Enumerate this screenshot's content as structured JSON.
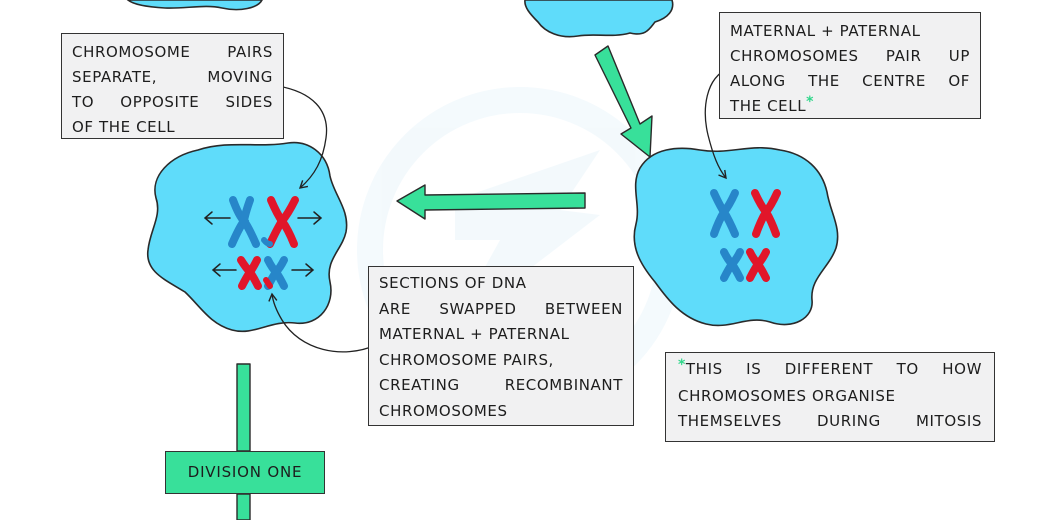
{
  "boxes": {
    "separate": [
      "Chromosome pairs",
      "separate, moving",
      "to opposite sides",
      "of the cell"
    ],
    "pair_up": [
      "Maternal + paternal",
      "chromosomes pair up",
      "along the centre of",
      "the cell"
    ],
    "crossing_over": [
      "Sections of DNA",
      "are swapped between",
      "maternal + paternal",
      "chromosome pairs,",
      "creating recombinant",
      "chromosomes"
    ],
    "note": [
      "This is different to how",
      "chromosomes organise",
      "themselves during mitosis"
    ]
  },
  "asterisk": "*",
  "division_label": "Division one",
  "colors": {
    "cell_fill": "#5fdcfa",
    "cell_stroke": "#2a2a2a",
    "arrow_fill": "#38e09a",
    "chromosome_blue": "#2786c9",
    "chromosome_red": "#e1162a",
    "box_fill": "#f1f1f2",
    "accent": "#2fd68a"
  }
}
